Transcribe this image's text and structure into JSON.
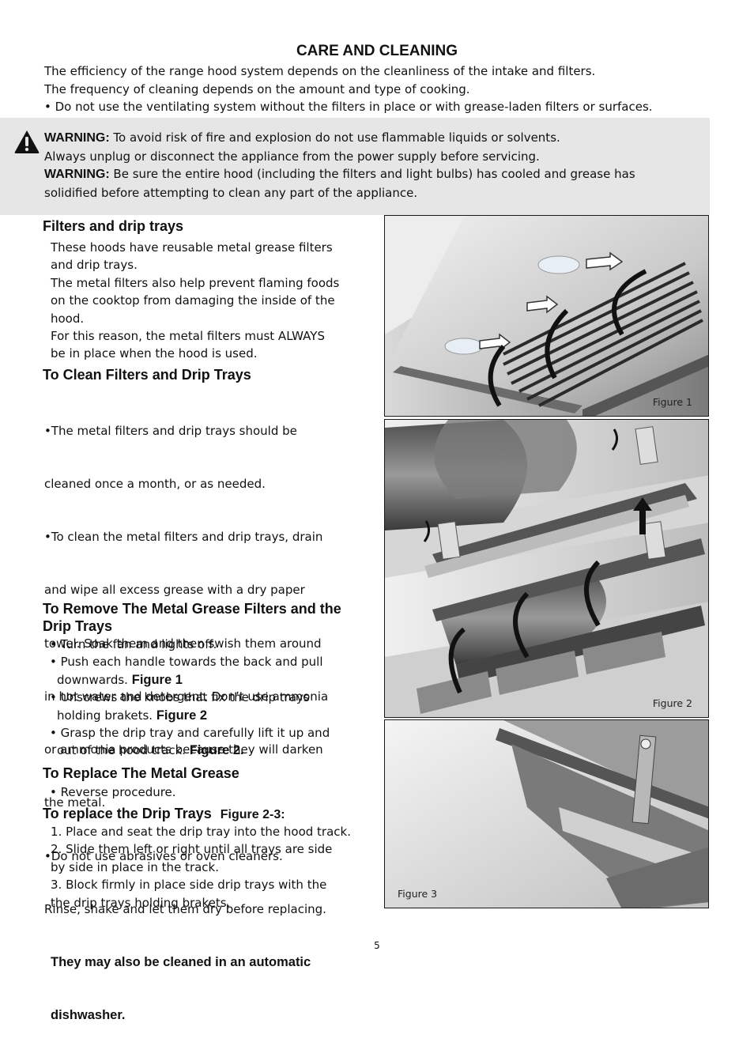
{
  "title": "CARE AND CLEANING",
  "intro": [
    "The efficiency of the range hood system depends on the cleanliness of the intake and filters.",
    "The frequency of cleaning depends on the amount and type of cooking.",
    "• Do not use the ventilating system without the filters in place or with grease-laden filters or surfaces."
  ],
  "warning": {
    "icon": "warning-triangle-icon",
    "w1_label": "WARNING:",
    "w1_text": " To avoid risk of fire and explosion do not use flammable liquids or solvents.",
    "w1_line2": "Always unplug or disconnect the appliance from the power supply before servicing.",
    "w2_label": "WARNING:",
    "w2_text": " Be sure the entire hood (including the filters and light bulbs) has cooled and grease has",
    "w2_line2": "solidified before attempting to clean any part of the appliance."
  },
  "filters": {
    "heading": "Filters and drip trays",
    "lines": [
      "These hoods have reusable metal grease filters",
      "and drip trays.",
      "The metal filters also help prevent flaming foods",
      "on the cooktop from damaging the inside of the",
      "hood.",
      "For this reason, the metal filters must ALWAYS",
      "be in place when the hood is used."
    ]
  },
  "clean": {
    "heading": "To Clean Filters and Drip Trays",
    "lines": [
      "•The metal filters and drip trays should be",
      "  cleaned once a month, or as needed.",
      "•To clean the metal filters and drip trays, drain",
      "  and wipe all excess grease with a dry paper",
      "  towel. Soak them and then swish them around",
      "  in hot water and detergent. Don’t use ammonia",
      "  or ammonia products because they will darken",
      "  the metal.",
      "  •Do not use abrasives or oven cleaners.",
      "  Rinse, shake and let them dry before replacing."
    ],
    "bold1": "They may also be cleaned in an automatic",
    "bold2": "dishwasher."
  },
  "remove": {
    "heading1": "To Remove The Metal Grease Filters and the",
    "heading2": "Drip Trays",
    "l1": "• Turn the fan and lights off.",
    "l2": "• Push each handle towards the back and pull",
    "l3": "downwards.",
    "l3_ref": "Figure 1",
    "l4": "• Unscrews the knobs that fix the drip trays",
    "l5": "holding brakets.",
    "l5_ref": "Figure 2",
    "l6": "• Grasp the drip tray and carefully lift it up and",
    "l7": "out of the hood track.",
    "l7_ref": "Figure 2."
  },
  "replace_grease": {
    "heading": "To Replace The Metal Grease",
    "line": "• Reverse procedure."
  },
  "replace_trays": {
    "heading": "To replace the Drip Trays",
    "heading_ref": "Figure 2-3:",
    "lines": [
      "1. Place and seat the drip tray into the hood track.",
      "2. Slide them left or right until all trays are side",
      "by side in place in the track.",
      "3. Block firmly in place side drip trays with the",
      "the drip trays holding brakets."
    ]
  },
  "figures": {
    "fig1": "Figure 1",
    "fig2": "Figure 2",
    "fig3": "Figure 3"
  },
  "page_number": "5"
}
